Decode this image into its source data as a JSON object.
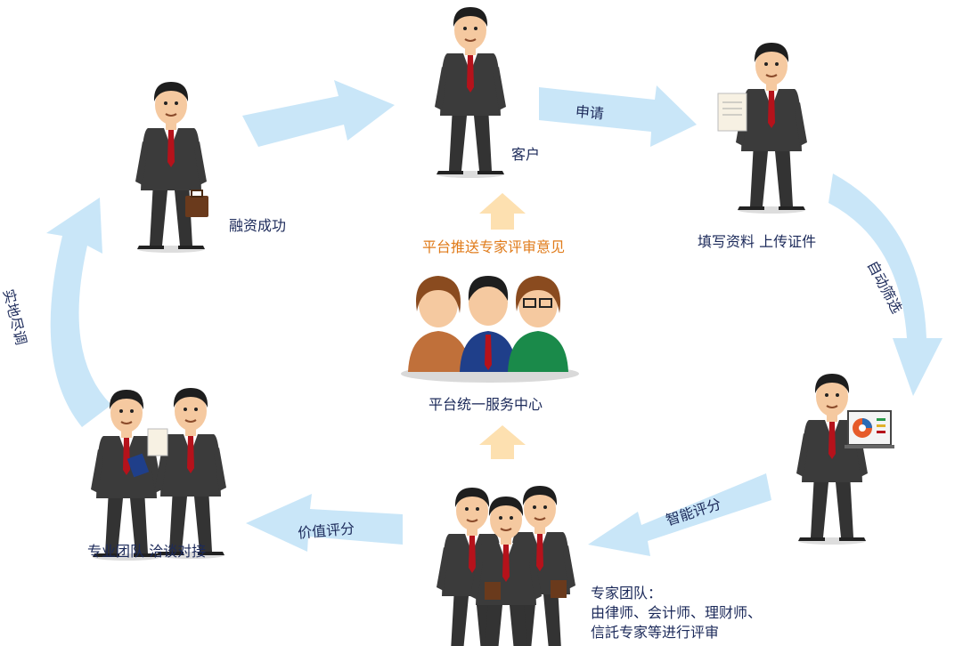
{
  "nodes": {
    "customer": "客户",
    "fill_info": "填写资料 上传证件",
    "financing_success": "融资成功",
    "platform_push": "平台推送专家评审意见",
    "service_center": "平台统一服务中心",
    "team_negotiation": "专业团队 洽谈对接",
    "expert_team_line1": "专家团队：",
    "expert_team_line2": "由律师、会计师、理财师、",
    "expert_team_line3": "信託专家等进行评审"
  },
  "arrows": {
    "apply": "申请",
    "auto_screen": "自动筛选",
    "smart_score": "智能评分",
    "value_score": "价值评分",
    "field_survey": "实地尽调"
  },
  "colors": {
    "arrow": "#c9e6f8",
    "suit": "#3a3a3a",
    "tie": "#b5121b",
    "skin": "#f5c9a0",
    "hair": "#1e1e1e",
    "up_arrow": "#fde0b0",
    "text": "#1c2a5a",
    "accent": "#e07b1a"
  }
}
